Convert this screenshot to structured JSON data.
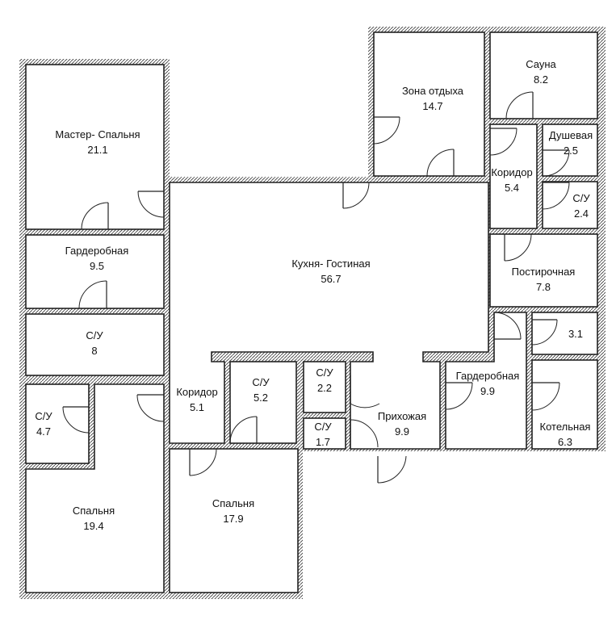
{
  "rooms": [
    {
      "id": "master-bedroom",
      "name": "Мастер- Спальня",
      "area": "21.1"
    },
    {
      "id": "wardrobe-1",
      "name": "Гардеробная",
      "area": "9.5"
    },
    {
      "id": "bath-8",
      "name": "С/У",
      "area": "8"
    },
    {
      "id": "bath-47",
      "name": "С/У",
      "area": "4.7"
    },
    {
      "id": "bedroom-194",
      "name": "Спальня",
      "area": "19.4"
    },
    {
      "id": "bedroom-179",
      "name": "Спальня",
      "area": "17.9"
    },
    {
      "id": "corridor-51",
      "name": "Коридор",
      "area": "5.1"
    },
    {
      "id": "bath-52",
      "name": "С/У",
      "area": "5.2"
    },
    {
      "id": "bath-22",
      "name": "С/У",
      "area": "2.2"
    },
    {
      "id": "bath-17",
      "name": "С/У",
      "area": "1.7"
    },
    {
      "id": "hallway",
      "name": "Прихожая",
      "area": "9.9"
    },
    {
      "id": "kitchen-living",
      "name": "Кухня- Гостиная",
      "area": "56.7"
    },
    {
      "id": "lounge",
      "name": "Зона отдыха",
      "area": "14.7"
    },
    {
      "id": "sauna",
      "name": "Сауна",
      "area": "8.2"
    },
    {
      "id": "shower",
      "name": "Душевая",
      "area": "2.5"
    },
    {
      "id": "corridor-54",
      "name": "Коридор",
      "area": "5.4"
    },
    {
      "id": "bath-24",
      "name": "С/У",
      "area": "2.4"
    },
    {
      "id": "laundry",
      "name": "Постирочная",
      "area": "7.8"
    },
    {
      "id": "storage-31",
      "name": "",
      "area": "3.1"
    },
    {
      "id": "wardrobe-2",
      "name": "Гардеробная",
      "area": "9.9"
    },
    {
      "id": "boiler",
      "name": "Котельная",
      "area": "6.3"
    }
  ]
}
